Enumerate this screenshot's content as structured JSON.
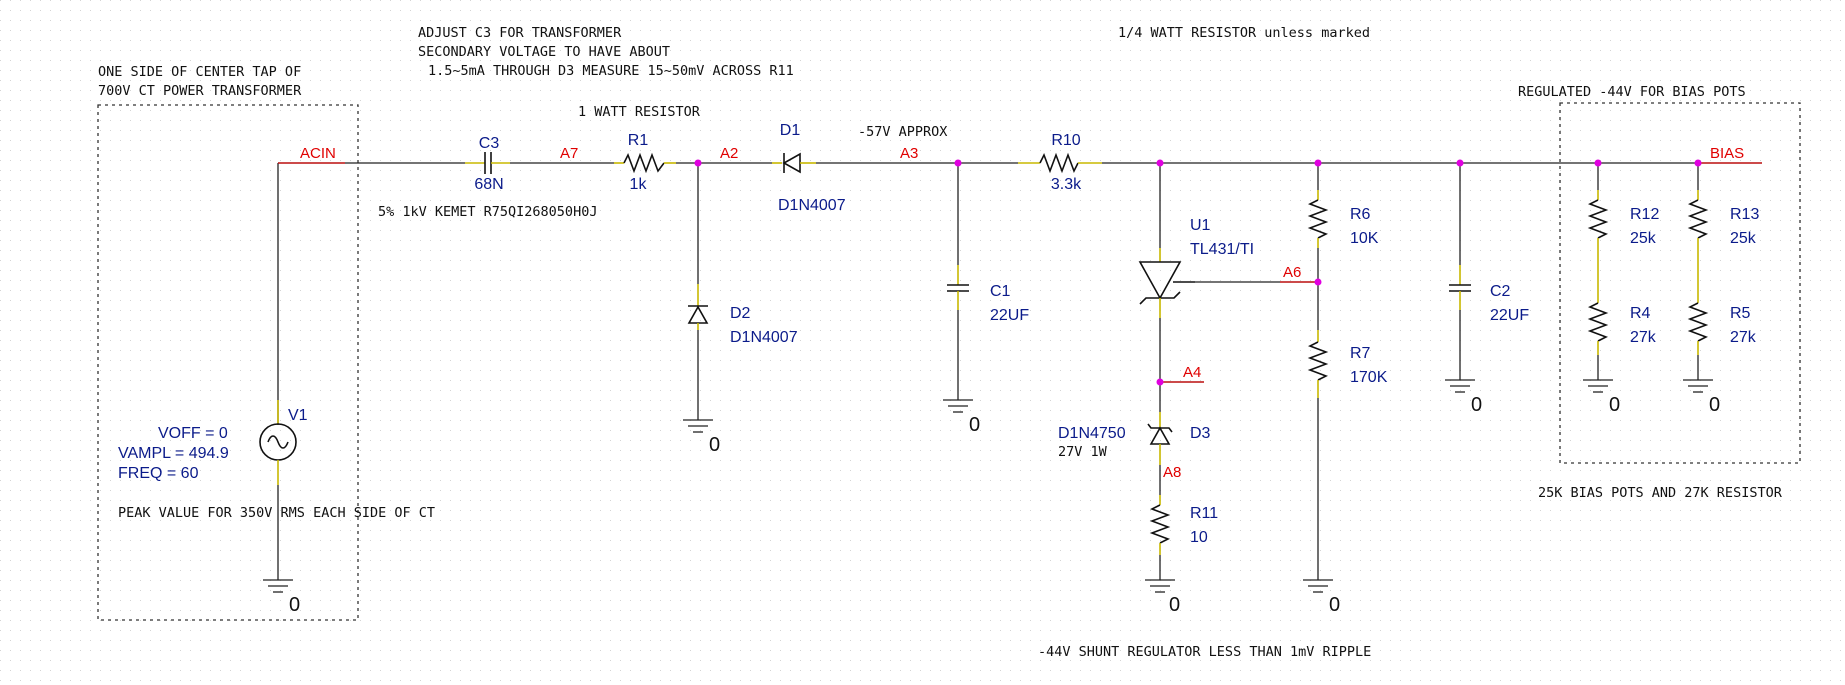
{
  "notes": {
    "adjust_line1": "ADJUST C3 FOR TRANSFORMER",
    "adjust_line2": "SECONDARY VOLTAGE TO HAVE ABOUT",
    "adjust_line3": "1.5~5mA THROUGH D3 MEASURE 15~50mV ACROSS R11",
    "quarter_watt": "1/4 WATT RESISTOR unless marked",
    "one_side_line1": "ONE SIDE OF CENTER TAP  OF",
    "one_side_line2": "700V CT POWER TRANSFORMER",
    "regulated": "REGULATED -44V FOR BIAS POTS",
    "one_watt": "1 WATT RESISTOR",
    "approx": "-57V APPROX",
    "kemet": "5% 1kV KEMET R75QI268050H0J",
    "peak": "PEAK VALUE FOR 350V RMS EACH SIDE OF CT",
    "bias_pots": "25K BIAS POTS AND 27K RESISTOR",
    "shunt": "-44V SHUNT REGULATOR LESS THAN 1mV RIPPLE"
  },
  "nets": {
    "acin": "ACIN",
    "a7": "A7",
    "a2": "A2",
    "a3": "A3",
    "bias": "BIAS",
    "a6": "A6",
    "a4": "A4",
    "a8": "A8"
  },
  "components": {
    "c3": {
      "ref": "C3",
      "value": "68N"
    },
    "r1": {
      "ref": "R1",
      "value": "1k"
    },
    "d1": {
      "ref": "D1",
      "value": "D1N4007"
    },
    "r10": {
      "ref": "R10",
      "value": "3.3k"
    },
    "d2": {
      "ref": "D2",
      "value": "D1N4007"
    },
    "c1": {
      "ref": "C1",
      "value": "22UF"
    },
    "u1": {
      "ref": "U1",
      "value": "TL431/TI"
    },
    "r6": {
      "ref": "R6",
      "value": "10K"
    },
    "r7": {
      "ref": "R7",
      "value": "170K"
    },
    "d3": {
      "ref": "D3",
      "value": "D1N4750",
      "rating": "27V 1W"
    },
    "r11": {
      "ref": "R11",
      "value": "10"
    },
    "c2": {
      "ref": "C2",
      "value": "22UF"
    },
    "r12": {
      "ref": "R12",
      "value": "25k"
    },
    "r13": {
      "ref": "R13",
      "value": "25k"
    },
    "r4": {
      "ref": "R4",
      "value": "27k"
    },
    "r5": {
      "ref": "R5",
      "value": "27k"
    },
    "v1": {
      "ref": "V1",
      "voff": "VOFF = 0",
      "vampl": "VAMPL = 494.9",
      "freq": "FREQ = 60"
    }
  },
  "ground_label": "0"
}
